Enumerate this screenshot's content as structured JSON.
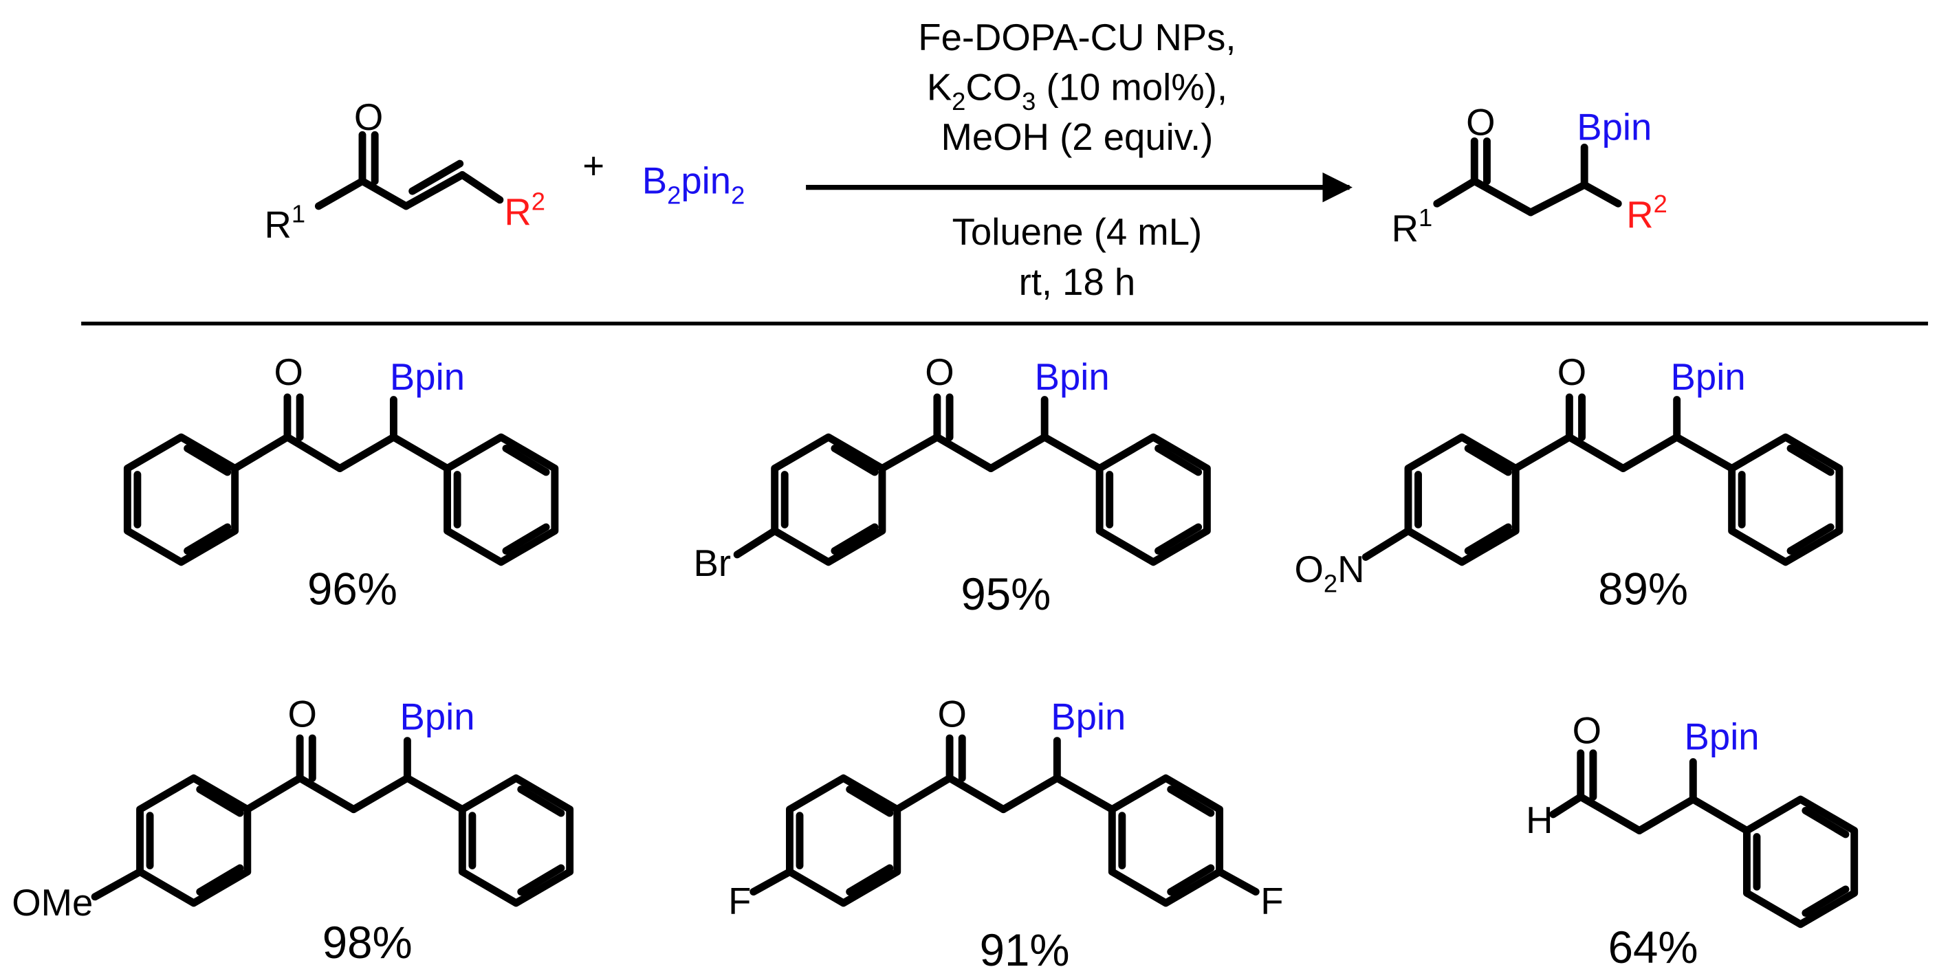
{
  "colors": {
    "ink": "#000000",
    "boron": "#1a10f0",
    "r2": "#ff1a1a"
  },
  "scheme": {
    "reactant": {
      "oxygen": "O",
      "r1": "R",
      "r1_sup": "1",
      "r2": "R",
      "r2_sup": "2"
    },
    "plus": "+",
    "reagent": {
      "b": "B",
      "b_sub": "2",
      "pin": "pin",
      "pin_sub": "2"
    },
    "conditions": {
      "line1": "Fe-DOPA-CU NPs,",
      "line2_k": "K",
      "line2_k_sub": "2",
      "line2_co": "CO",
      "line2_co_sub": "3",
      "line2_rest": " (10 mol%),",
      "line3": "MeOH (2 equiv.)",
      "line4": "Toluene (4 mL)",
      "line5": "rt, 18 h"
    },
    "product": {
      "oxygen": "O",
      "bpin": "Bpin",
      "r1": "R",
      "r1_sup": "1",
      "r2": "R",
      "r2_sup": "2"
    }
  },
  "substrates": [
    {
      "oxygen": "O",
      "bpin": "Bpin",
      "substituent": "",
      "yield": "96%"
    },
    {
      "oxygen": "O",
      "bpin": "Bpin",
      "substituent": "Br",
      "yield": "95%"
    },
    {
      "oxygen": "O",
      "bpin": "Bpin",
      "substituent_main": "O",
      "substituent_sub": "2",
      "substituent_tail": "N",
      "yield": "89%"
    },
    {
      "oxygen": "O",
      "bpin": "Bpin",
      "substituent": "OMe",
      "yield": "98%"
    },
    {
      "oxygen": "O",
      "bpin": "Bpin",
      "substituent": "F",
      "substituent_right": "F",
      "yield": "91%"
    },
    {
      "oxygen": "O",
      "bpin": "Bpin",
      "substituent": "H",
      "yield": "64%"
    }
  ]
}
